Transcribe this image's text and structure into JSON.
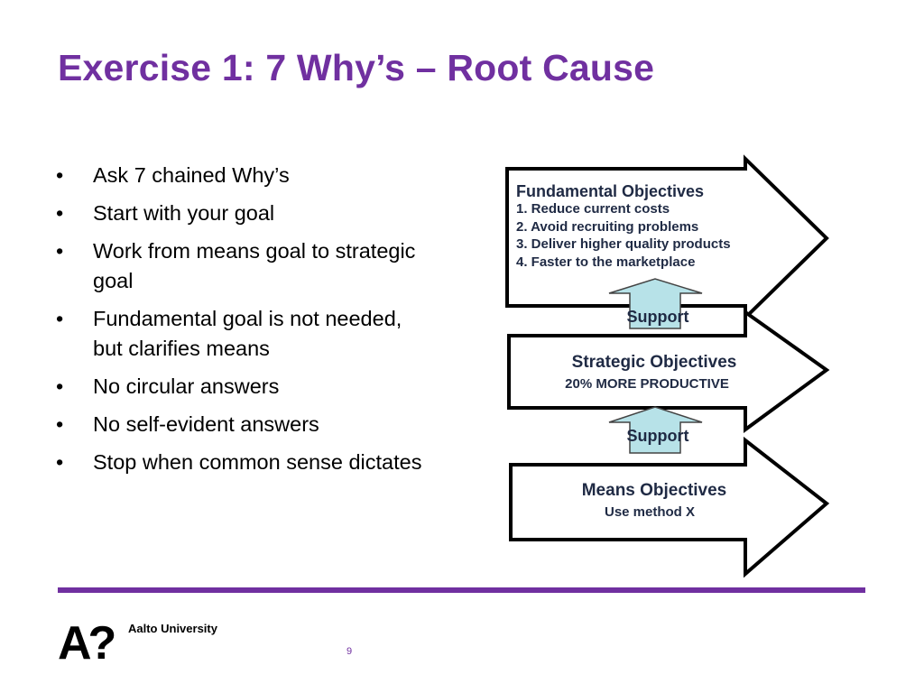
{
  "slide": {
    "title": "Exercise 1: 7 Why’s – Root Cause",
    "bullets": [
      "Ask 7 chained Why’s",
      "Start with your goal",
      "Work from means goal to strategic goal",
      "Fundamental goal is not needed, but clarifies means",
      "No circular answers",
      "No self-evident answers",
      "Stop when common sense dictates"
    ],
    "page_number": "9"
  },
  "diagram": {
    "fundamental": {
      "heading": "Fundamental Objectives",
      "items": [
        "1. Reduce current costs",
        "2. Avoid recruiting problems",
        "3. Deliver higher quality products",
        "4. Faster to the marketplace"
      ]
    },
    "strategic": {
      "heading": "Strategic Objectives",
      "subtext": "20% MORE PRODUCTIVE"
    },
    "means": {
      "heading": "Means Objectives",
      "subtext": "Use method X"
    },
    "support_labels": [
      "Support",
      "Support"
    ]
  },
  "footer": {
    "logo_text": "A?",
    "university": "Aalto University"
  },
  "colors": {
    "title": "#7030a0",
    "rule": "#7030a0",
    "support_arrow_fill": "#b7e2e8",
    "diagram_text": "#1f2a44"
  }
}
